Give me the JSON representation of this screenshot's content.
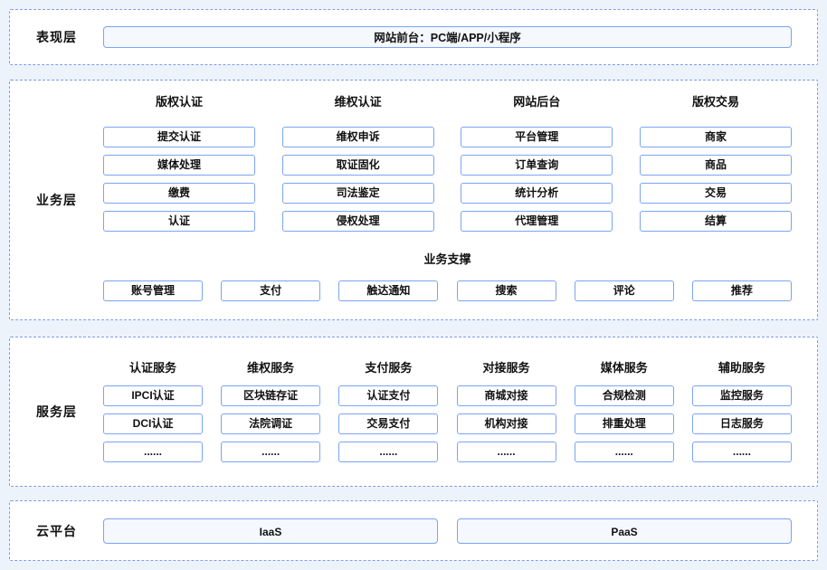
{
  "colors": {
    "page_background": "#edf3fb",
    "section_background": "#ffffff",
    "dashed_border": "#7e9bf0",
    "box_border": "#7aa4f5",
    "wide_box_fill": "#f5f8fe",
    "text": "#111111"
  },
  "presentation": {
    "label": "表现层",
    "frontend": "网站前台：PC端/APP/小程序"
  },
  "business": {
    "label": "业务层",
    "groups": [
      {
        "title": "版权认证",
        "items": [
          "提交认证",
          "媒体处理",
          "缴费",
          "认证"
        ]
      },
      {
        "title": "维权认证",
        "items": [
          "维权申诉",
          "取证固化",
          "司法鉴定",
          "侵权处理"
        ]
      },
      {
        "title": "网站后台",
        "items": [
          "平台管理",
          "订单查询",
          "统计分析",
          "代理管理"
        ]
      },
      {
        "title": "版权交易",
        "items": [
          "商家",
          "商品",
          "交易",
          "结算"
        ]
      }
    ],
    "support": {
      "title": "业务支撑",
      "items": [
        "账号管理",
        "支付",
        "触达通知",
        "搜索",
        "评论",
        "推荐"
      ]
    }
  },
  "service": {
    "label": "服务层",
    "groups": [
      {
        "title": "认证服务",
        "items": [
          "IPCI认证",
          "DCI认证",
          "......"
        ]
      },
      {
        "title": "维权服务",
        "items": [
          "区块链存证",
          "法院调证",
          "......"
        ]
      },
      {
        "title": "支付服务",
        "items": [
          "认证支付",
          "交易支付",
          "......"
        ]
      },
      {
        "title": "对接服务",
        "items": [
          "商城对接",
          "机构对接",
          "......"
        ]
      },
      {
        "title": "媒体服务",
        "items": [
          "合规检测",
          "排重处理",
          "......"
        ]
      },
      {
        "title": "辅助服务",
        "items": [
          "监控服务",
          "日志服务",
          "......"
        ]
      }
    ]
  },
  "cloud": {
    "label": "云平台",
    "items": [
      "IaaS",
      "PaaS"
    ]
  }
}
